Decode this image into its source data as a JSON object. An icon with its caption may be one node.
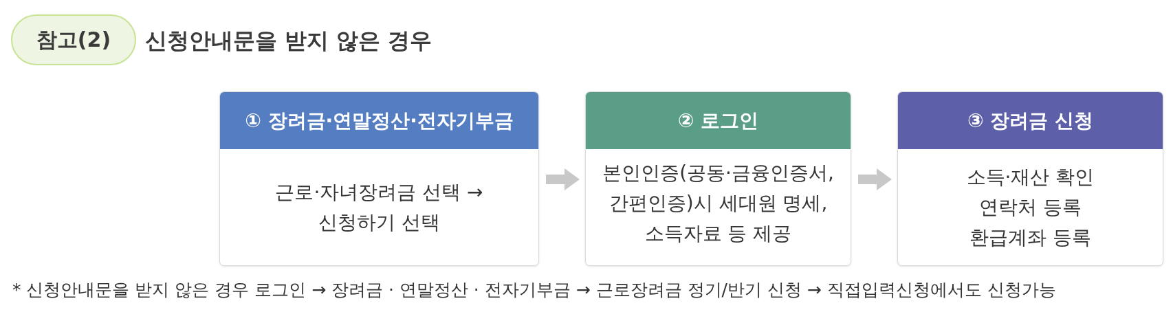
{
  "diagram": {
    "title": "신청안내문을 받지 않은 경우",
    "nodes": [
      {
        "text": [
          "참고(2)"
        ]
      },
      {
        "text": [
          "① 장려금·연말정산·전자기부금",
          "근로·자녀장려금 선택 → 신청하기 선택"
        ]
      },
      {
        "text": [
          "② 로그인",
          "본인인증(공동·금융인증서, 간편인증)시 세대원 명세, 소득자료 등 제공"
        ]
      },
      {
        "text": [
          "③ 장려금 신청",
          "소득·재산 확인",
          "연락처 등록",
          "환급계좌 등록"
        ]
      }
    ],
    "edges": [
      {
        "from": 1,
        "to": 2,
        "arrow": "to"
      },
      {
        "from": 2,
        "to": 3,
        "arrow": "to"
      }
    ],
    "labels": [
      "* 신청안내문을 받지 않은 경우 로그인 → 장려금 · 연말정산 · 전자기부금 → 근로장려금 정기/반기 신청 → 직접입력신청에서도 신청가능"
    ]
  }
}
